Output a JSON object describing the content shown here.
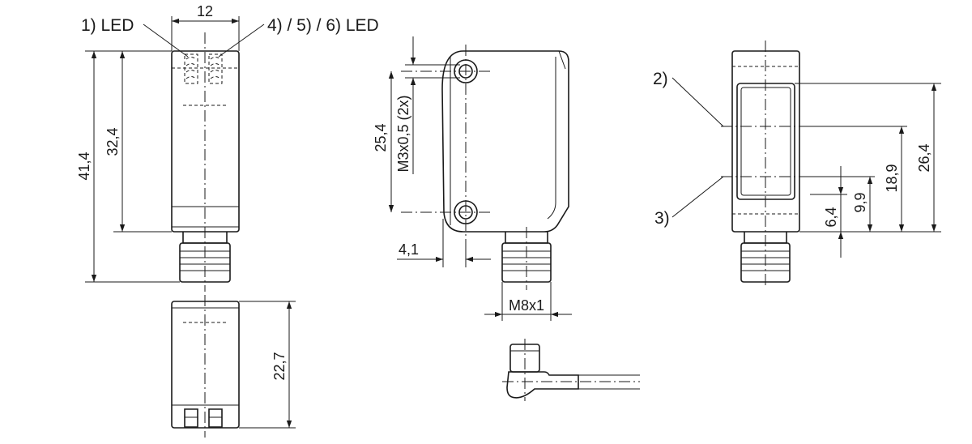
{
  "labels": {
    "led_left": "1) LED",
    "led_right": "4) / 5) / 6) LED",
    "callout_2": "2)",
    "callout_3": "3)"
  },
  "dimensions": {
    "width_top": "12",
    "height_total": "41,4",
    "height_body": "32,4",
    "height_bottom_view": "22,7",
    "hole_spacing": "25,4",
    "screw_thread": "M3x0,5 (2x)",
    "hole_offset": "4,1",
    "connector_thread": "M8x1",
    "lens_height": "26,4",
    "axis_18": "18,9",
    "axis_9": "9,9",
    "axis_6": "6,4"
  }
}
